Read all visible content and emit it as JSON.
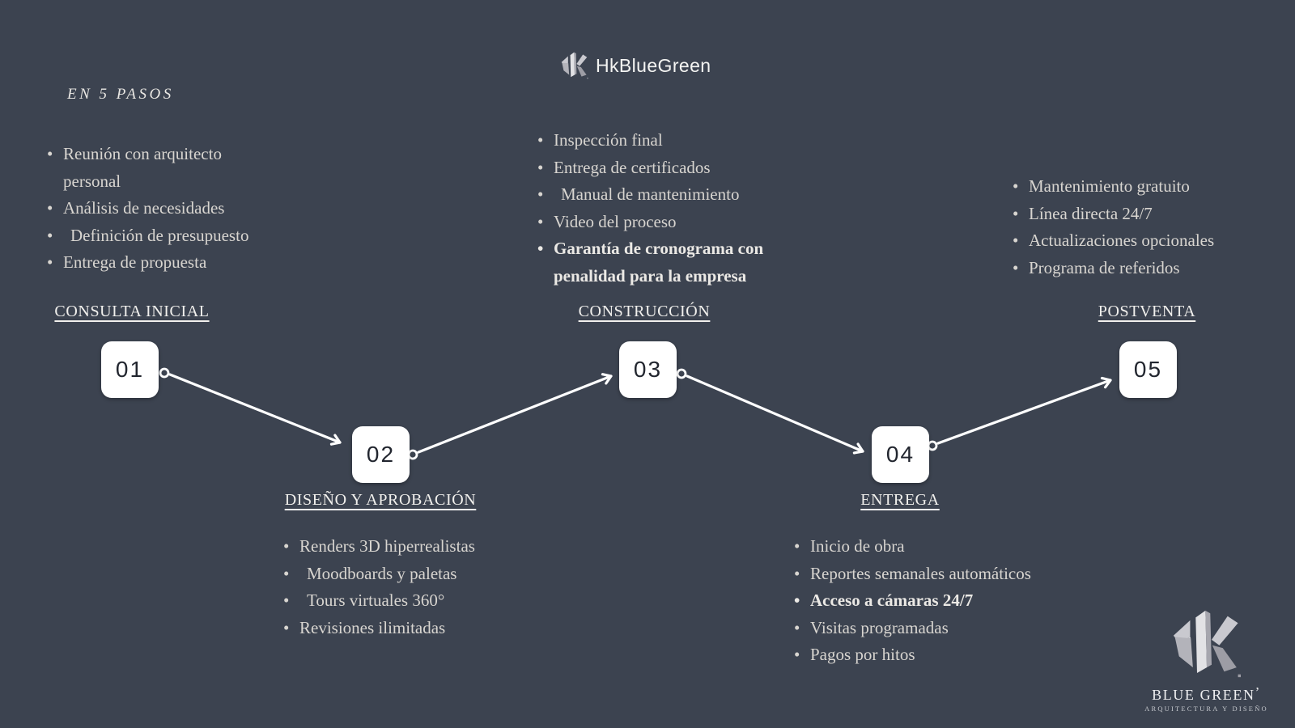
{
  "colors": {
    "background": "#3c4350",
    "text": "#d8d5d0",
    "bold_text": "#ebe9e5",
    "label_text": "#f1f0ed",
    "box_background": "#ffffff",
    "box_number": "#22262f",
    "arrow": "#ffffff",
    "logo_gray_light": "#e2e2e5",
    "logo_gray_mid": "#b3b3ba",
    "logo_gray_dark": "#9d9da5"
  },
  "header": {
    "brand": "HkBlueGreen",
    "brand_icon": "hk-logo-icon",
    "tagline": "EN 5 PASOS"
  },
  "steps": [
    {
      "number": "01",
      "label": "CONSULTA INICIAL",
      "items": [
        "Reunión con arquitecto personal",
        "Análisis de necesidades",
        " Definición de presupuesto",
        "Entrega de propuesta"
      ]
    },
    {
      "number": "02",
      "label": "DISEÑO Y APROBACIÓN",
      "items": [
        "Renders 3D hiperrealistas",
        " Moodboards y paletas",
        " Tours virtuales 360°",
        "Revisiones ilimitadas"
      ]
    },
    {
      "number": "03",
      "label": "CONSTRUCCIÓN",
      "items": [
        "Inspección final",
        "Entrega de certificados",
        " Manual de mantenimiento",
        "Video del proceso",
        {
          "text": "Garantía de cronograma con penalidad para la empresa",
          "bold": true
        }
      ]
    },
    {
      "number": "04",
      "label": "ENTREGA",
      "items": [
        "Inicio de obra",
        "Reportes semanales automáticos",
        {
          "text": "Acceso a cámaras 24/7",
          "bold": true
        },
        "Visitas programadas",
        "Pagos por hitos"
      ]
    },
    {
      "number": "05",
      "label": "POSTVENTA",
      "items": [
        "Mantenimiento gratuito",
        "Línea directa 24/7",
        "Actualizaciones opcionales",
        "Programa de referidos"
      ]
    }
  ],
  "footer_logo": {
    "icon": "hk-logo-icon",
    "title": "BLUE GREEN",
    "mark": "’",
    "subtitle": "ARQUITECTURA Y DISEÑO"
  }
}
